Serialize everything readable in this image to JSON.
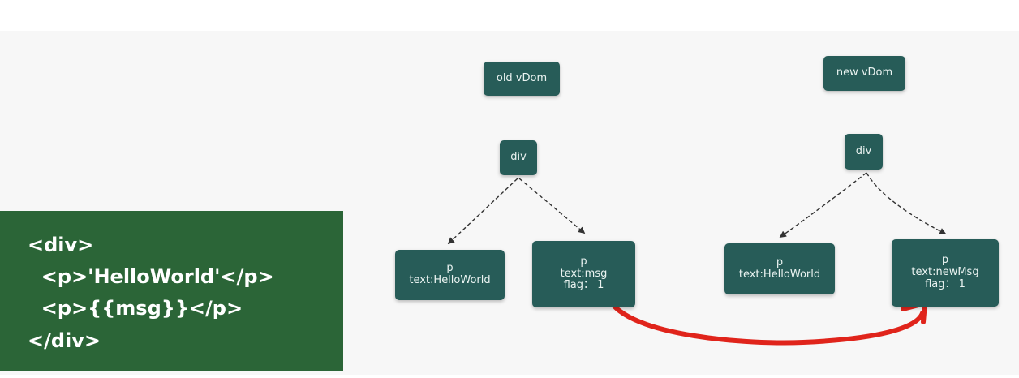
{
  "code": {
    "lines": [
      "<div>",
      "  <p>'HelloWorld'</p>",
      "  <p>{{msg}}</p>",
      "</div>"
    ]
  },
  "old_tree": {
    "title": "old vDom",
    "root": "div",
    "left_child": {
      "tag": "p",
      "text": "text:HelloWorld"
    },
    "right_child": {
      "tag": "p",
      "text": "text:msg",
      "flag": "flag： 1"
    }
  },
  "new_tree": {
    "title": "new vDom",
    "root": "div",
    "left_child": {
      "tag": "p",
      "text": "text:HelloWorld"
    },
    "right_child": {
      "tag": "p",
      "text": "text:newMsg",
      "flag": "flag： 1"
    }
  },
  "colors": {
    "node_fill": "#275c58",
    "code_panel": "#2b6537",
    "highlight_arrow": "#e0241b",
    "edge": "#333333"
  }
}
